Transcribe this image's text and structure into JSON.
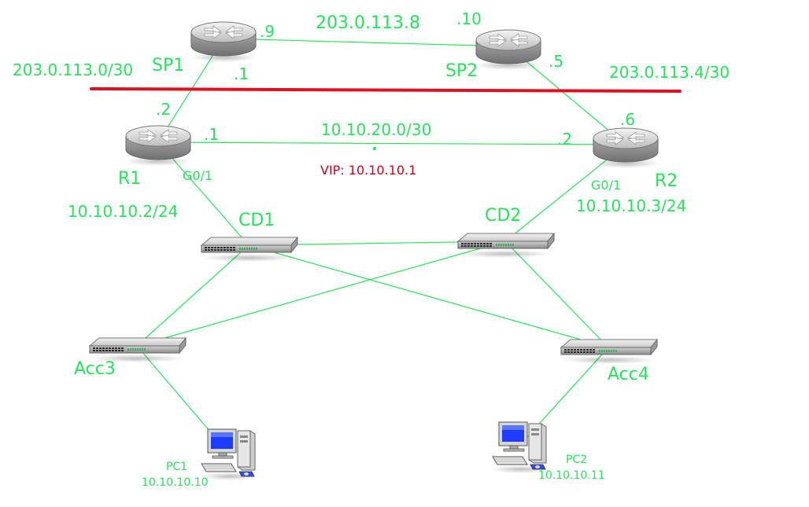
{
  "colors": {
    "link": "#27e35a",
    "label": "#27e35a",
    "boundary": "#e01020",
    "vip": "#d0021b"
  },
  "devices": {
    "sp1": {
      "name": "SP1",
      "icon": "router-icon"
    },
    "sp2": {
      "name": "SP2",
      "icon": "router-icon"
    },
    "r1": {
      "name": "R1",
      "icon": "router-icon",
      "interface": "G0/1",
      "ip": "10.10.10.2/24"
    },
    "r2": {
      "name": "R2",
      "icon": "router-icon",
      "interface": "G0/1",
      "ip": "10.10.10.3/24"
    },
    "cd1": {
      "name": "CD1",
      "icon": "switch-icon"
    },
    "cd2": {
      "name": "CD2",
      "icon": "switch-icon"
    },
    "acc3": {
      "name": "Acc3",
      "icon": "switch-icon"
    },
    "acc4": {
      "name": "Acc4",
      "icon": "switch-icon"
    },
    "pc1": {
      "name": "PC1",
      "icon": "pc-icon",
      "ip": "10.10.10.10"
    },
    "pc2": {
      "name": "PC2",
      "icon": "pc-icon",
      "ip": "10.10.10.11"
    }
  },
  "subnets": {
    "sp1_r1": "203.0.113.0/30",
    "sp1_sp2": "203.0.113.8",
    "sp2_r2": "203.0.113.4/30",
    "r1_r2": "10.10.20.0/30"
  },
  "host_ids": {
    "sp1_to_sp2": ".9",
    "sp2_to_sp1": ".10",
    "sp1_to_r1": ".1",
    "r1_to_sp1": ".2",
    "sp2_to_r2": ".5",
    "r2_to_sp2": ".6",
    "r1_to_r2": ".1",
    "r2_to_r1": ".2"
  },
  "vip": "VIP: 10.10.10.1"
}
